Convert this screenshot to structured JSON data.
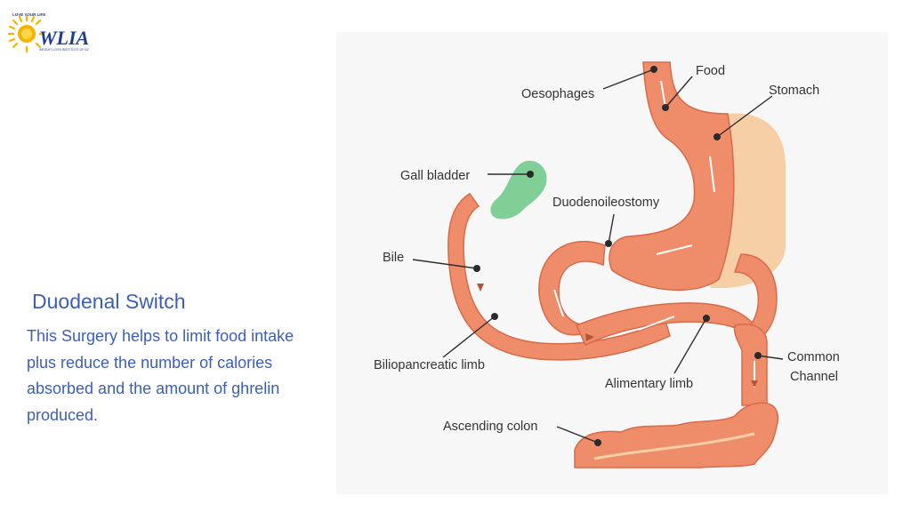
{
  "logo": {
    "text": "WLIA",
    "arc_text": "LOVE YOUR LIFE",
    "small_text": "WEIGHT LOSS INSTITUTE OF AZ",
    "colors": {
      "sun": "#f4b400",
      "text": "#1f3e8f"
    }
  },
  "content": {
    "title": "Duodenal Switch",
    "description": "This Surgery helps to limit food intake plus reduce the number of calories absorbed and the amount of ghrelin produced."
  },
  "diagram": {
    "labels": {
      "food": "Food",
      "oesophages": "Oesophages",
      "stomach": "Stomach",
      "gall_bladder": "Gall bladder",
      "duodenoileostomy": "Duodenoileostomy",
      "bile": "Bile",
      "biliopancreatic_limb": "Biliopancreatic limb",
      "alimentary_limb": "Alimentary limb",
      "common_channel_line1": "Common",
      "common_channel_line2": "Channel",
      "ascending_colon": "Ascending colon"
    },
    "colors": {
      "organ": "#ef8c6a",
      "organ_dark": "#d86a49",
      "removed_stomach": "#f7cfa6",
      "gall_bladder": "#7fcf96",
      "arrow": "#ffffff",
      "background": "#f7f7f7"
    }
  }
}
